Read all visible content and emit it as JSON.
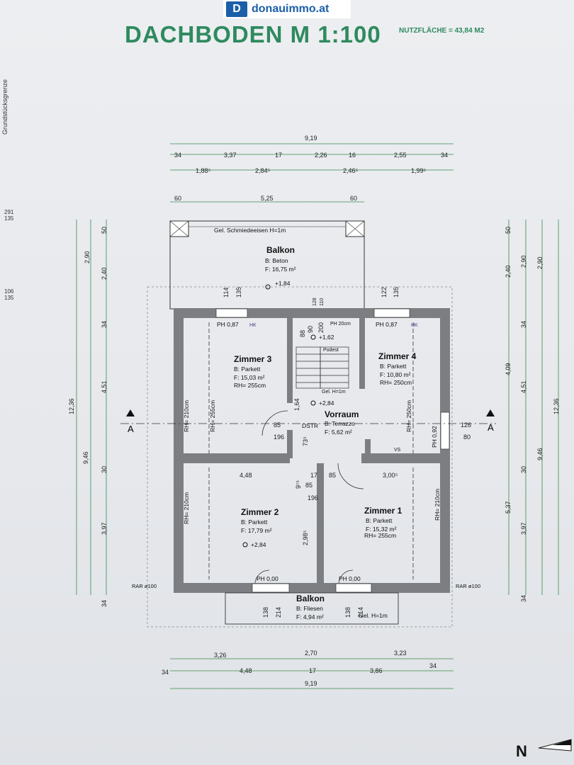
{
  "header": {
    "logo_mark": "D",
    "logo_text": "donauimmo.at",
    "title": "DACHBODEN  M 1:100",
    "nutzflaeche": "NUTZFLÄCHE = 43,84 M2"
  },
  "side": {
    "label": "Grundstücksgrenze",
    "n1a": "291",
    "n1b": "135",
    "n2a": "106",
    "n2b": "135"
  },
  "rooms": {
    "balkon_top": {
      "name": "Balkon",
      "b": "B:   Beton",
      "f": "F: 16,75 m²",
      "rail": "Gel. Schmiedeeisen H=1m",
      "level": "+1,84"
    },
    "zimmer3": {
      "name": "Zimmer 3",
      "b": "B:    Parkett",
      "f": "F:  15,03 m²",
      "rh": "RH= 255cm"
    },
    "zimmer4": {
      "name": "Zimmer 4",
      "b": "B:    Parkett",
      "f": "F:  10,80 m²",
      "rh": "RH= 250cm"
    },
    "vorraum": {
      "name": "Vorraum",
      "b": "B: Terrazzo",
      "f": "F:  5,62 m²",
      "level": "+2,84"
    },
    "zimmer2": {
      "name": "Zimmer 2",
      "b": "B:    Parkett",
      "f": "F:  17,79 m²",
      "level": "+2,84"
    },
    "zimmer1": {
      "name": "Zimmer 1",
      "b": "B:    Parkett",
      "f": "F:  15,32 m²",
      "rh": "RH= 255cm"
    },
    "balkon_bottom": {
      "name": "Balkon",
      "b": "B: Fliesen",
      "f": "F: 4,94 m²",
      "rail": "Gel. H=1m"
    }
  },
  "labels": {
    "ph087_left": "PH 0,87",
    "ph087_right": "PH 0,87",
    "hk": "HK",
    "ph20": "PH 20cm",
    "lvl162": "+1,62",
    "podest": "Podest",
    "gel1m": "Gel. H=1m",
    "ph000_left": "PH 0,00",
    "ph000_right": "PH 0,00",
    "ph092": "PH 0,92",
    "rar_left": "RAR ø100",
    "rar_right": "RAR ø100",
    "vs": "VS",
    "dstr": "DSTR",
    "rh210_z3": "RH= 210cm",
    "rh255_z3": "RH= 255cm",
    "rh250_z4": "RH= 250cm",
    "rh210_z2": "RH= 210cm",
    "rh210_z1": "RH= 210cm",
    "section": "A",
    "north": "N"
  },
  "dims": {
    "top_total": "9,19",
    "top_row": [
      "34",
      "3,37",
      "17",
      "2,26",
      "16",
      "2,55",
      "34"
    ],
    "top_row2": [
      "1,88⁵",
      "2,84⁵",
      "2,46⁵",
      "1,99⁵"
    ],
    "top_balkon": [
      "60",
      "5,25",
      "60"
    ],
    "bottom_row1": [
      "3,26",
      "2,70",
      "3,23"
    ],
    "bottom_row2": [
      "34",
      "4,48",
      "17",
      "3,86",
      "34"
    ],
    "bottom_total": "9,19",
    "left_outer": [
      "12,36",
      "9,46"
    ],
    "left_row": [
      "50",
      "2,90",
      "2,40",
      "34",
      "4,51",
      "30",
      "3,97",
      "34"
    ],
    "right_row": [
      "50",
      "2,40",
      "2,90",
      "2,90",
      "34",
      "4,09",
      "4,51",
      "30",
      "5,37",
      "3,97",
      "9,46",
      "12,36",
      "34"
    ],
    "inner": [
      "114",
      "135",
      "122",
      "135",
      "128",
      "110",
      "90",
      "88",
      "200",
      "85",
      "196",
      "1,64",
      "73⁵",
      "126",
      "80",
      "4,48",
      "17",
      "85",
      "3,00⁵",
      "85",
      "196",
      "9⁷⁵",
      "2,98⁵",
      "138",
      "214",
      "138",
      "214"
    ]
  }
}
